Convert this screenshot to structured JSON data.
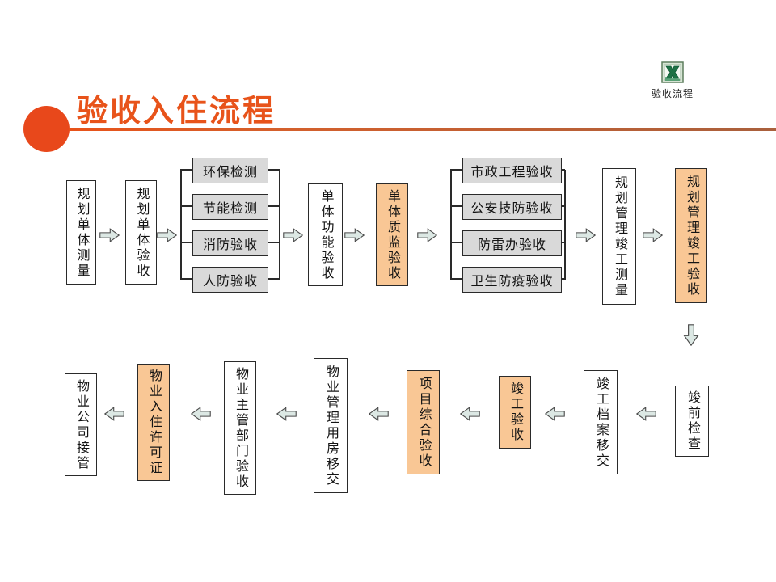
{
  "header": {
    "title": "验收入住流程",
    "attachment": {
      "icon": "excel-file-icon",
      "label": "验收流程"
    }
  },
  "colors": {
    "accent": "#E8531A",
    "accent_circle": "#E8481B",
    "highlight_fill": "#F9C795",
    "group_fill": "#D9D9D9",
    "arrow_fill": "#DCE8E4",
    "line": "#2A2A2A"
  },
  "flow": {
    "row1": [
      {
        "label": "规划单体测量",
        "type": "plain"
      },
      {
        "label": "规划单体验收",
        "type": "plain"
      },
      {
        "labels": [
          "环保检测",
          "节能检测",
          "消防验收",
          "人防验收"
        ],
        "type": "group"
      },
      {
        "label": "单体功能验收",
        "type": "plain"
      },
      {
        "label": "单体质监验收",
        "type": "highlight"
      },
      {
        "labels": [
          "市政工程验收",
          "公安技防验收",
          "防雷办验收",
          "卫生防疫验收"
        ],
        "type": "group"
      },
      {
        "label": "规划管理竣工测量",
        "type": "plain"
      },
      {
        "label": "规划管理竣工验收",
        "type": "highlight"
      }
    ],
    "row2": [
      {
        "label": "竣前检查",
        "type": "plain"
      },
      {
        "label": "竣工档案移交",
        "type": "plain"
      },
      {
        "label": "竣工验收",
        "type": "highlight"
      },
      {
        "label": "项目综合验收",
        "type": "highlight"
      },
      {
        "label": "物业管理用房移交",
        "type": "plain"
      },
      {
        "label": "物业主管部门验收",
        "type": "plain"
      },
      {
        "label": "物业入住许可证",
        "type": "highlight"
      },
      {
        "label": "物业公司接管",
        "type": "plain"
      }
    ]
  }
}
